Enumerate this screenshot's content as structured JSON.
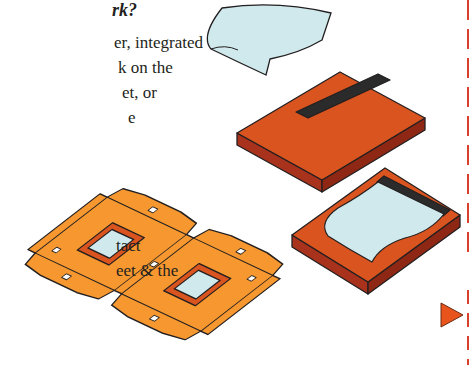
{
  "diagram": {
    "labels": [
      "rk?",
      "er, integrated",
      "k on the",
      "et, or",
      "e",
      "tact",
      "eet & the"
    ]
  }
}
